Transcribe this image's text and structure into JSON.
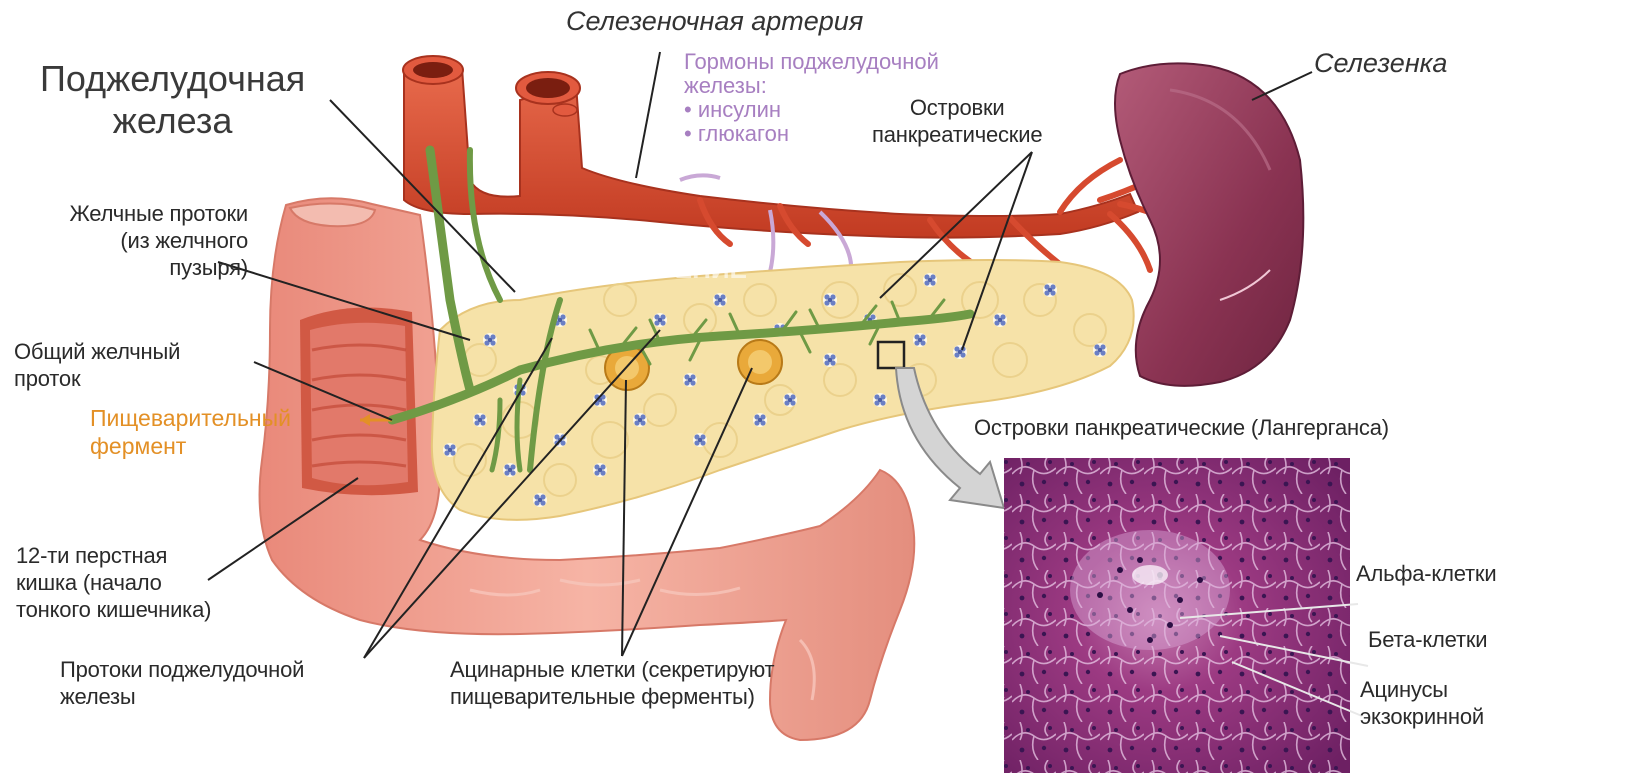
{
  "labels": {
    "pancreas": [
      "Поджелудочная",
      "железа"
    ],
    "splenic_artery": "Селезеночная артерия",
    "hormones_title": [
      "Гормоны поджелудочной",
      "железы:"
    ],
    "hormones_items": [
      "• инсулин",
      "• глюкагон"
    ],
    "islets": [
      "Островки",
      "панкреатические"
    ],
    "spleen": "Селезенка",
    "bile_ducts": [
      "Желчные протоки",
      "(из желчного",
      "пузыря)"
    ],
    "common_bile_duct": [
      "Общий желчный",
      "проток"
    ],
    "digestive_enzyme": [
      "Пищеварительный",
      "фермент"
    ],
    "duodenum": [
      "12-ти перстная",
      "кишка (начало",
      "тонкого кишечника)"
    ],
    "pancreatic_ducts": [
      "Протоки поджелудочной",
      "железы"
    ],
    "acinar_cells": [
      "Ацинарные клетки (секретируют",
      "пищеварительные ферменты)"
    ],
    "islets_langerhans": "Островки панкреатические (Лангерганса)",
    "alpha_cells": "Альфа-клетки",
    "beta_cells": "Бета-клетки",
    "acini": [
      "Ацинусы",
      "экзокринной"
    ]
  },
  "watermark": "ПИЩЕВАРЕНИЕ",
  "colors": {
    "artery": "#d64a2f",
    "artery_dark": "#a8321e",
    "pancreas": "#f6e2a8",
    "duct_green": "#6f9a45",
    "duodenum": "#ee9d8c",
    "spleen": "#8e3a57",
    "islet_blue": "#6a7fc4",
    "histology": "#a33d86",
    "pointer_line": "#222222"
  }
}
